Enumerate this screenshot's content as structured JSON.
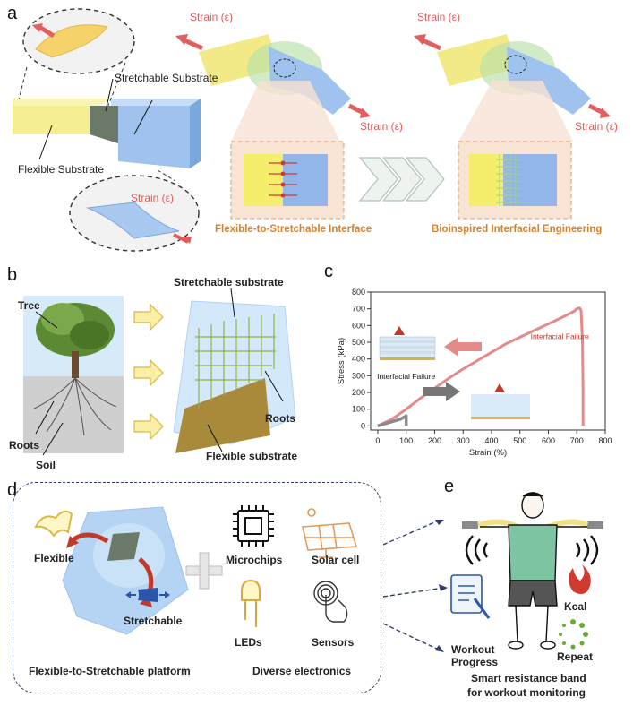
{
  "panels": {
    "a": "a",
    "b": "b",
    "c": "c",
    "d": "d",
    "e": "e"
  },
  "panel_a": {
    "stretchable_substrate": "Stretchable Substrate",
    "flexible_substrate": "Flexible Substrate",
    "strain": "Strain (ε)",
    "interface_left": "Flexible-to-Stretchable Interface",
    "interface_right": "Bioinspired Interfacial Engineering"
  },
  "panel_b": {
    "tree": "Tree",
    "roots_left": "Roots",
    "soil": "Soil",
    "stretchable_substrate": "Stretchable substrate",
    "roots_right": "Roots",
    "flexible_substrate": "Flexible substrate"
  },
  "panel_d": {
    "flexible": "Flexible",
    "stretchable": "Stretchable",
    "platform": "Flexible-to-Stretchable platform",
    "microchips": "Microchips",
    "solar_cell": "Solar cell",
    "leds": "LEDs",
    "sensors": "Sensors",
    "diverse": "Diverse electronics"
  },
  "panel_e": {
    "workout_progress_1": "Workout",
    "workout_progress_2": "Progress",
    "kcal": "Kcal",
    "repeat": "Repeat",
    "caption_1": "Smart resistance band",
    "caption_2": "for workout monitoring"
  },
  "colors": {
    "curve": "#e58a8a",
    "grey_curve": "#8a8a8a",
    "accent_orange": "#d9822b",
    "strain_red": "#e05a5a",
    "flexible_yellow": "#f3e27a",
    "stretchable_blue": "#9fc3ee"
  },
  "chart_data": {
    "type": "line",
    "xlabel": "Strain (%)",
    "ylabel": "Stress (kPa)",
    "xlim": [
      -25,
      800
    ],
    "ylim": [
      -25,
      800
    ],
    "xticks": [
      0,
      100,
      200,
      300,
      400,
      500,
      600,
      700,
      800
    ],
    "yticks": [
      0,
      100,
      200,
      300,
      400,
      500,
      600,
      700,
      800
    ],
    "series": [
      {
        "name": "",
        "color": "#e58a8a",
        "x": [
          0,
          50,
          100,
          150,
          200,
          250,
          300,
          350,
          400,
          450,
          500,
          550,
          600,
          650,
          690,
          700,
          710,
          715,
          720,
          722,
          722
        ],
        "y": [
          0,
          40,
          100,
          165,
          225,
          285,
          340,
          390,
          440,
          490,
          530,
          570,
          610,
          650,
          685,
          700,
          705,
          690,
          500,
          200,
          0
        ]
      },
      {
        "name": "",
        "color": "#8a8a8a",
        "x": [
          0,
          30,
          60,
          80,
          95,
          100,
          100
        ],
        "y": [
          0,
          15,
          30,
          40,
          55,
          60,
          0
        ]
      }
    ],
    "annotations": [
      {
        "text": "Interfacial Failure",
        "x": 640,
        "y": 520,
        "color": "#c0392b"
      },
      {
        "text": "Interfacial Failure",
        "x": 100,
        "y": 280,
        "color": "#111111"
      }
    ],
    "grid": false
  }
}
